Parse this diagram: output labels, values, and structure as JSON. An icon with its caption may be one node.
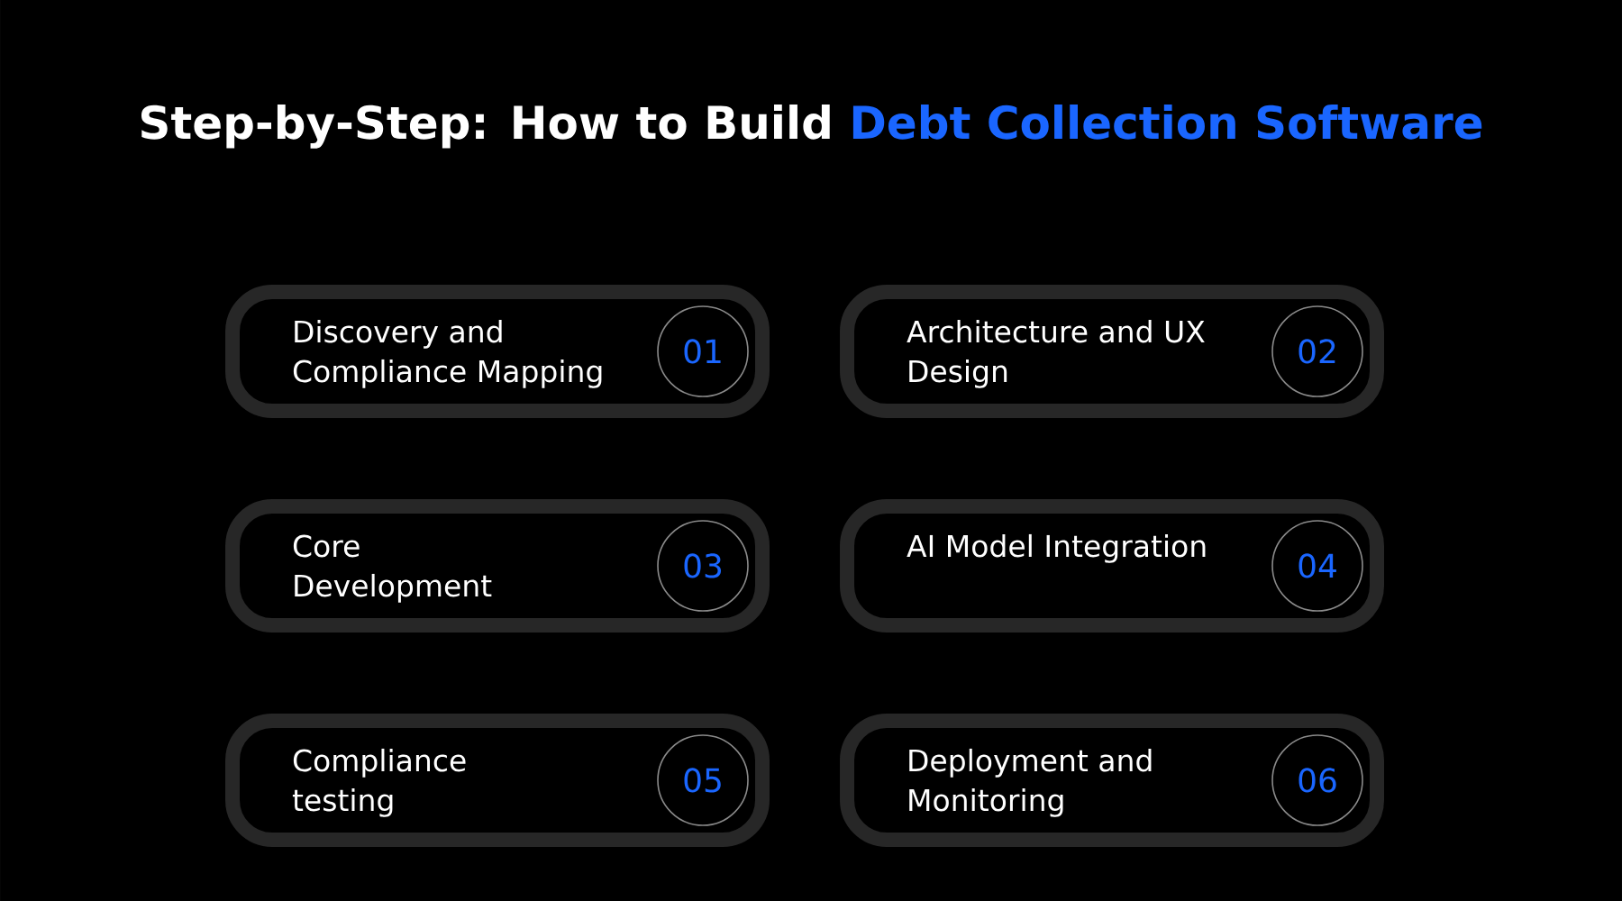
{
  "diagram": {
    "title": "Step-by-Step: How to Build **Debt Collection Software**",
    "nodes": [
      {
        "text": [
          "Discovery and Compliance Mapping"
        ]
      },
      {
        "text": [
          "01"
        ],
        "in": 0
      },
      {
        "text": [
          "Architecture and UX Design"
        ]
      },
      {
        "text": [
          "02"
        ],
        "in": 2
      },
      {
        "text": [
          "Core Development"
        ]
      },
      {
        "text": [
          "03"
        ],
        "in": 4
      },
      {
        "text": [
          "AI Model Integration"
        ]
      },
      {
        "text": [
          "04"
        ],
        "in": 6
      },
      {
        "text": [
          "Compliance testing"
        ]
      },
      {
        "text": [
          "05"
        ],
        "in": 8
      },
      {
        "text": [
          "Deployment and Monitoring"
        ]
      },
      {
        "text": [
          "06"
        ],
        "in": 10
      }
    ]
  }
}
